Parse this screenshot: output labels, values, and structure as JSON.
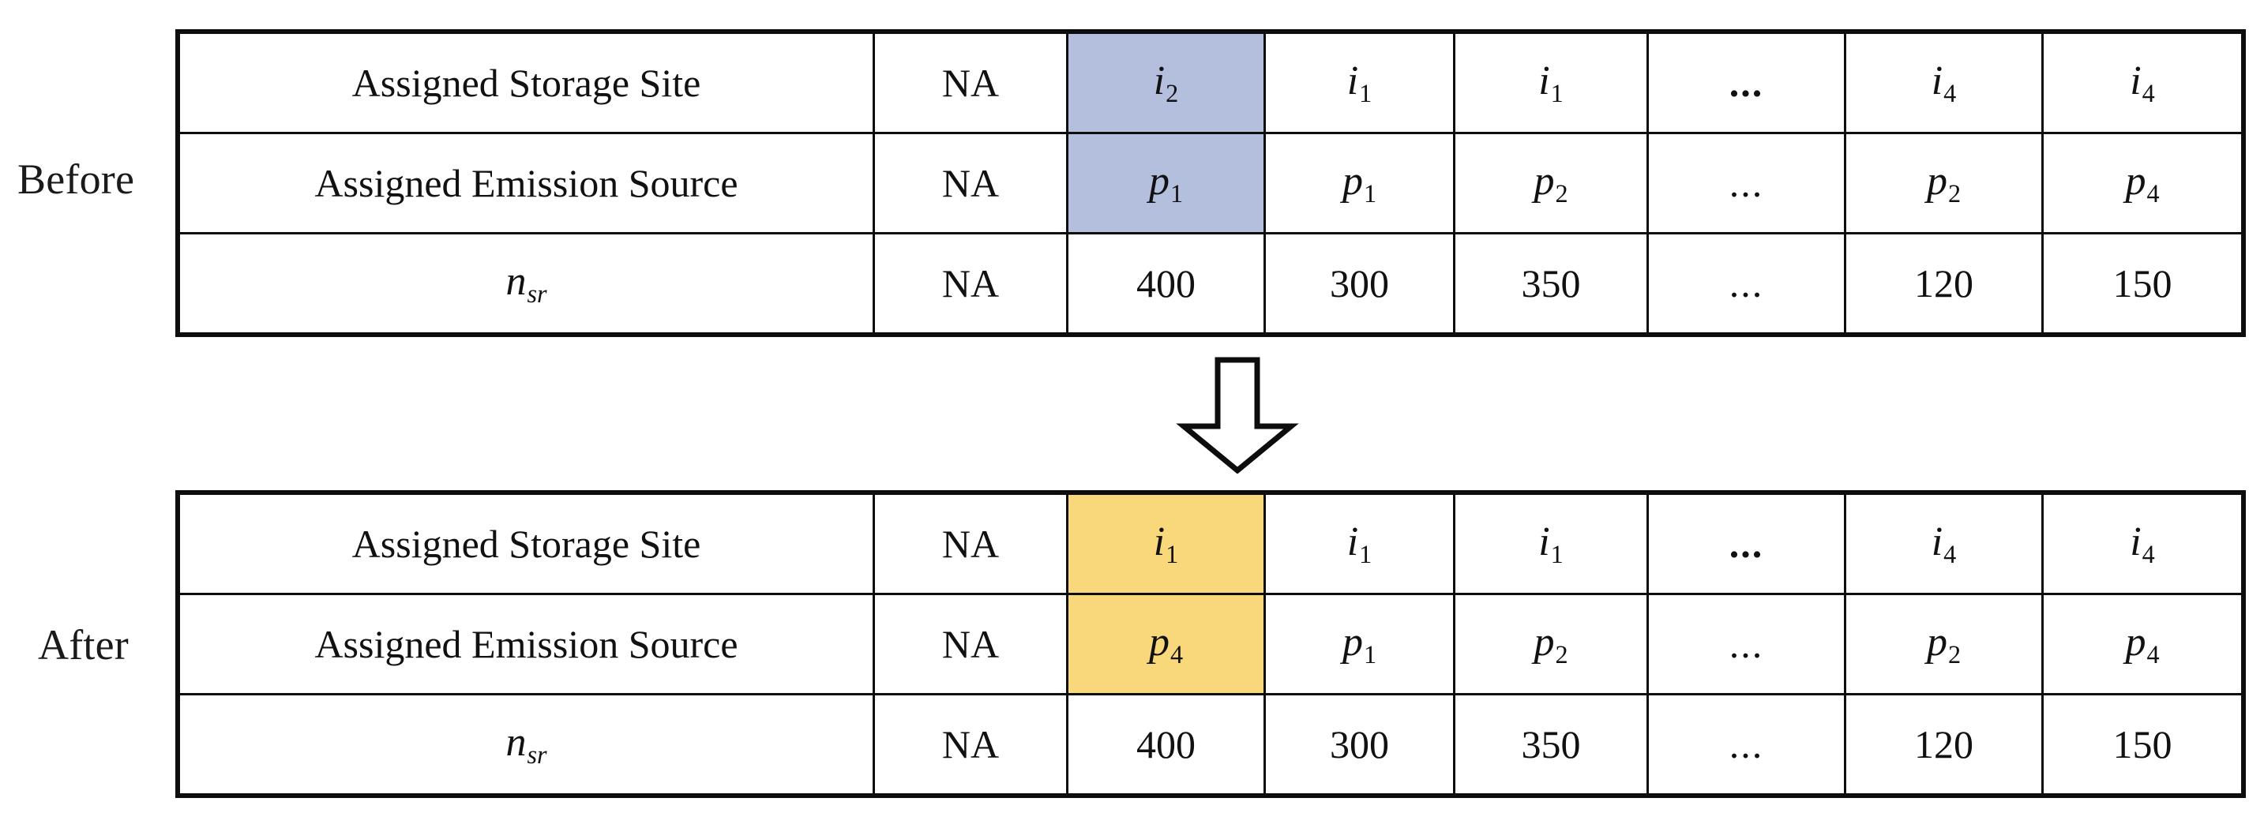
{
  "diagram": {
    "type": "before-after-table-comparison",
    "labels": {
      "before": "Before",
      "after": "After"
    },
    "arrow": {
      "icon": "down-block-arrow-icon",
      "direction": "down"
    },
    "colors": {
      "highlight_before": "#b4bedd",
      "highlight_after": "#f8d87a",
      "border": "#0d0d0d",
      "background": "#ffffff",
      "text": "#111111"
    }
  },
  "tables": {
    "before": {
      "name": "Before",
      "row_headers": [
        "Assigned Storage Site",
        "Assigned Emission Source",
        "n_sr"
      ],
      "rows": [
        {
          "header": "Assigned Storage Site",
          "header_kind": "text",
          "cells": [
            {
              "text": "NA",
              "kind": "plain",
              "highlight": "none"
            },
            {
              "base": "i",
              "sub": "2",
              "kind": "math",
              "highlight": "blue"
            },
            {
              "base": "i",
              "sub": "1",
              "kind": "math",
              "highlight": "none"
            },
            {
              "base": "i",
              "sub": "1",
              "kind": "math",
              "highlight": "none"
            },
            {
              "text": "...",
              "kind": "dots-bold",
              "highlight": "none"
            },
            {
              "base": "i",
              "sub": "4",
              "kind": "math",
              "highlight": "none"
            },
            {
              "base": "i",
              "sub": "4",
              "kind": "math",
              "highlight": "none"
            }
          ]
        },
        {
          "header": "Assigned Emission Source",
          "header_kind": "text",
          "cells": [
            {
              "text": "NA",
              "kind": "plain",
              "highlight": "none"
            },
            {
              "base": "p",
              "sub": "1",
              "kind": "math",
              "highlight": "blue"
            },
            {
              "base": "p",
              "sub": "1",
              "kind": "math",
              "highlight": "none"
            },
            {
              "base": "p",
              "sub": "2",
              "kind": "math",
              "highlight": "none"
            },
            {
              "text": "...",
              "kind": "dots-light",
              "highlight": "none"
            },
            {
              "base": "p",
              "sub": "2",
              "kind": "math",
              "highlight": "none"
            },
            {
              "base": "p",
              "sub": "4",
              "kind": "math",
              "highlight": "none"
            }
          ]
        },
        {
          "header_base": "n",
          "header_sub": "sr",
          "header_kind": "math",
          "cells": [
            {
              "text": "NA",
              "kind": "plain",
              "highlight": "none"
            },
            {
              "text": "400",
              "kind": "num",
              "highlight": "none"
            },
            {
              "text": "300",
              "kind": "num",
              "highlight": "none"
            },
            {
              "text": "350",
              "kind": "num",
              "highlight": "none"
            },
            {
              "text": "...",
              "kind": "dots-light",
              "highlight": "none"
            },
            {
              "text": "120",
              "kind": "num",
              "highlight": "none"
            },
            {
              "text": "150",
              "kind": "num",
              "highlight": "none"
            }
          ]
        }
      ]
    },
    "after": {
      "name": "After",
      "row_headers": [
        "Assigned Storage Site",
        "Assigned Emission Source",
        "n_sr"
      ],
      "rows": [
        {
          "header": "Assigned Storage Site",
          "header_kind": "text",
          "cells": [
            {
              "text": "NA",
              "kind": "plain",
              "highlight": "none"
            },
            {
              "base": "i",
              "sub": "1",
              "kind": "math",
              "highlight": "yellow"
            },
            {
              "base": "i",
              "sub": "1",
              "kind": "math",
              "highlight": "none"
            },
            {
              "base": "i",
              "sub": "1",
              "kind": "math",
              "highlight": "none"
            },
            {
              "text": "...",
              "kind": "dots-bold",
              "highlight": "none"
            },
            {
              "base": "i",
              "sub": "4",
              "kind": "math",
              "highlight": "none"
            },
            {
              "base": "i",
              "sub": "4",
              "kind": "math",
              "highlight": "none"
            }
          ]
        },
        {
          "header": "Assigned Emission Source",
          "header_kind": "text",
          "cells": [
            {
              "text": "NA",
              "kind": "plain",
              "highlight": "none"
            },
            {
              "base": "p",
              "sub": "4",
              "kind": "math",
              "highlight": "yellow"
            },
            {
              "base": "p",
              "sub": "1",
              "kind": "math",
              "highlight": "none"
            },
            {
              "base": "p",
              "sub": "2",
              "kind": "math",
              "highlight": "none"
            },
            {
              "text": "...",
              "kind": "dots-light",
              "highlight": "none"
            },
            {
              "base": "p",
              "sub": "2",
              "kind": "math",
              "highlight": "none"
            },
            {
              "base": "p",
              "sub": "4",
              "kind": "math",
              "highlight": "none"
            }
          ]
        },
        {
          "header_base": "n",
          "header_sub": "sr",
          "header_kind": "math",
          "cells": [
            {
              "text": "NA",
              "kind": "plain",
              "highlight": "none"
            },
            {
              "text": "400",
              "kind": "num",
              "highlight": "none"
            },
            {
              "text": "300",
              "kind": "num",
              "highlight": "none"
            },
            {
              "text": "350",
              "kind": "num",
              "highlight": "none"
            },
            {
              "text": "...",
              "kind": "dots-light",
              "highlight": "none"
            },
            {
              "text": "120",
              "kind": "num",
              "highlight": "none"
            },
            {
              "text": "150",
              "kind": "num",
              "highlight": "none"
            }
          ]
        }
      ]
    }
  }
}
